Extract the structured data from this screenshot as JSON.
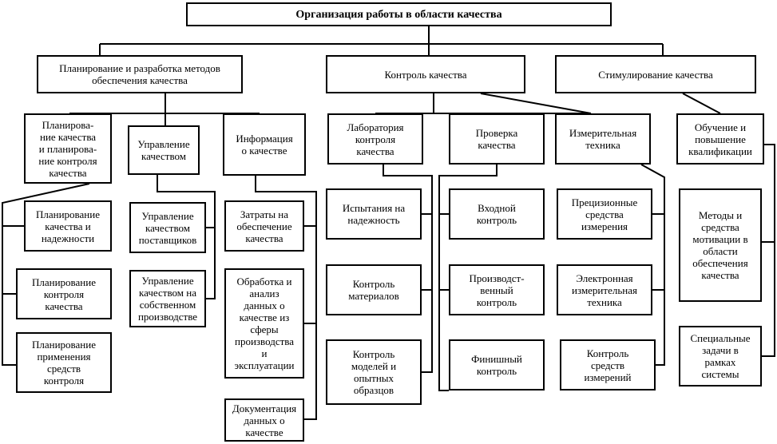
{
  "title": "Организация работы в области качества",
  "branches": {
    "planning": "Планирование и разработка методов\nобеспечения качества",
    "control": "Контроль качества",
    "stimulation": "Стимулирование качества"
  },
  "planning_group": {
    "quality_planning": "Планирова-\nние качества\nи планирова-\nние контроля\nкачества",
    "quality_management": "Управление\nкачеством",
    "quality_information": "Информация\nо качестве",
    "reliability_planning": "Планирование\nкачества и\nнадежности",
    "control_planning": "Планирование\nконтроля\nкачества",
    "control_means_planning": "Планирование\nприменения\nсредств\nконтроля",
    "supplier_management": "Управление\nкачеством\nпоставщиков",
    "production_management": "Управление\nкачеством на\nсобственном\nпроизводстве",
    "quality_costs": "Затраты на\nобеспечение\nкачества",
    "data_processing": "Обработка и\nанализ\nданных о\nкачестве из\nсферы\nпроизводства\nи\nэксплуатации",
    "data_documentation": "Документация\nданных о\nкачестве"
  },
  "control_group": {
    "laboratory": "Лаборатория\nконтроля\nкачества",
    "quality_check": "Проверка\nкачества",
    "measuring": "Измерительная\nтехника",
    "reliability_tests": "Испытания на\nнадежность",
    "materials_control": "Контроль\nматериалов",
    "prototypes_control": "Контроль\nмоделей и\nопытных\nобразцов",
    "incoming_control": "Входной\nконтроль",
    "production_control": "Производст-\nвенный\nконтроль",
    "final_control": "Финишный\nконтроль",
    "precision_instruments": "Прецизионные\nсредства\nизмерения",
    "electronic_measuring": "Электронная\nизмерительная\nтехника",
    "instruments_control": "Контроль\nсредств\nизмерений"
  },
  "stimulation_group": {
    "training": "Обучение и\nповышение\nквалификации",
    "motivation": "Методы и\nсредства\nмотивации в\nобласти\nобеспечения\nкачества",
    "special_tasks": "Специальные\nзадачи в\nрамках\nсистемы"
  }
}
